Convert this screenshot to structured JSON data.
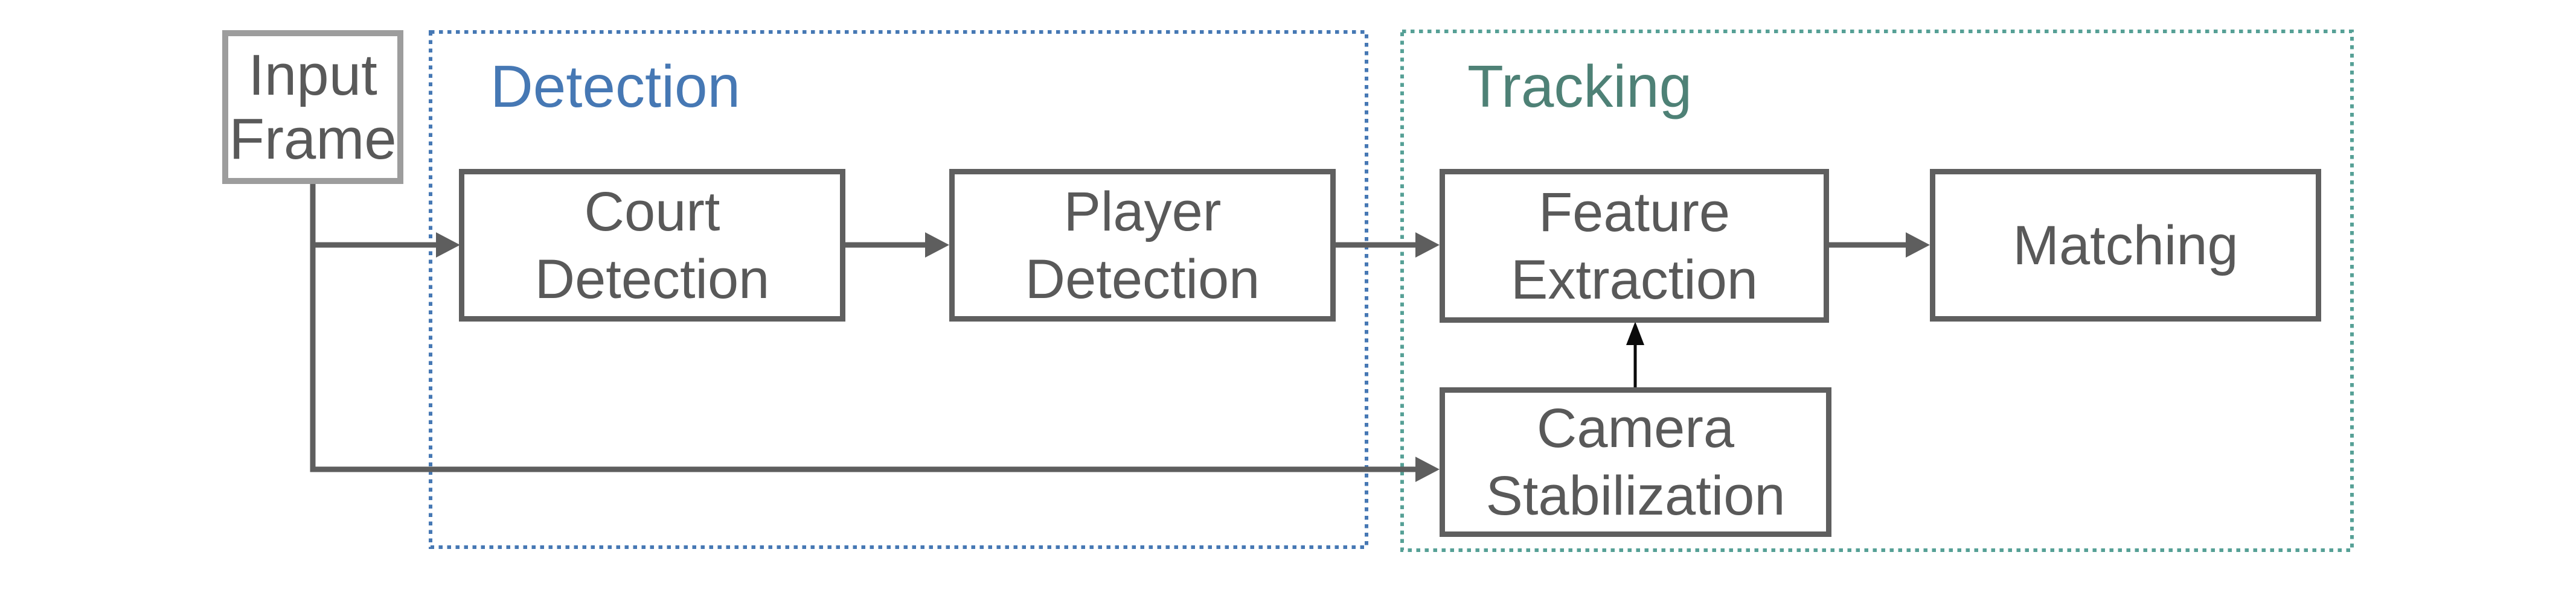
{
  "diagram": {
    "background_color": "#ffffff",
    "text_color": "#595959",
    "groups": {
      "detection": {
        "label": "Detection",
        "label_color": "#4678b4",
        "border_color": "#4678b4",
        "border_style": "dashed"
      },
      "tracking": {
        "label": "Tracking",
        "label_color": "#4e8176",
        "border_color": "#56a096",
        "border_style": "dashed"
      }
    },
    "nodes": {
      "input_frame": {
        "lines": [
          "Input",
          "Frame"
        ],
        "border_color": "#9d9d9d",
        "group": "none"
      },
      "court_detection": {
        "lines": [
          "Court",
          "Detection"
        ],
        "border_color": "#5f5f5f",
        "group": "detection"
      },
      "player_detection": {
        "lines": [
          "Player",
          "Detection"
        ],
        "border_color": "#5f5f5f",
        "group": "detection"
      },
      "feature_extraction": {
        "lines": [
          "Feature",
          "Extraction"
        ],
        "border_color": "#5f5f5f",
        "group": "tracking"
      },
      "matching": {
        "lines": [
          "Matching"
        ],
        "border_color": "#5f5f5f",
        "group": "tracking"
      },
      "camera_stabilization": {
        "lines": [
          "Camera",
          "Stabilization"
        ],
        "border_color": "#5f5f5f",
        "group": "tracking"
      }
    },
    "edges": [
      {
        "from": "input_frame",
        "to": "court_detection",
        "color": "#5e5e5e"
      },
      {
        "from": "court_detection",
        "to": "player_detection",
        "color": "#5e5e5e"
      },
      {
        "from": "player_detection",
        "to": "feature_extraction",
        "color": "#5e5e5e"
      },
      {
        "from": "feature_extraction",
        "to": "matching",
        "color": "#5e5e5e"
      },
      {
        "from": "input_frame",
        "to": "camera_stabilization",
        "color": "#5e5e5e"
      },
      {
        "from": "camera_stabilization",
        "to": "feature_extraction",
        "color": "#0a0a0a"
      }
    ]
  }
}
